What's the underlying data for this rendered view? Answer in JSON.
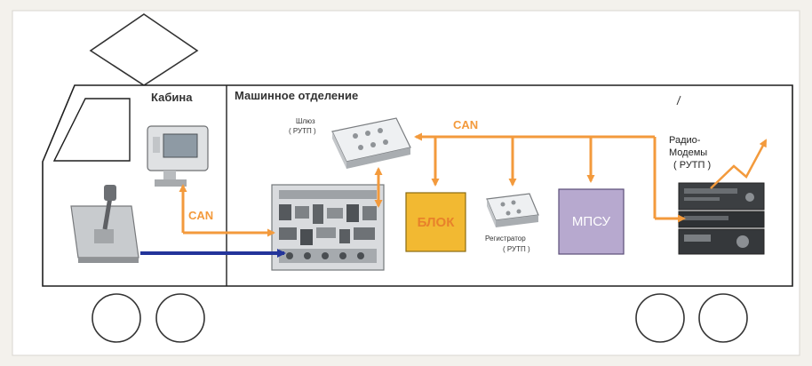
{
  "labels": {
    "cabin": "Кабина",
    "engine_room": "Машинное отделение",
    "can_top": "CAN",
    "can_left": "CAN",
    "shlyuz_line1": "Шлюз",
    "shlyuz_line2": "( РУТП )",
    "blok": "БЛОК",
    "registrator_line1": "Регистратор",
    "registrator_line2": "( РУТП )",
    "mpsu": "МПСУ",
    "radio_line1": "Радио-",
    "radio_line2": "Модемы",
    "radio_line3": "( РУТП )"
  },
  "colors": {
    "can_bus": "#f39a3c",
    "blue_link": "#23349a",
    "blok_fill": "#f2b932",
    "mpsu_fill": "#b7a9cf",
    "outline": "#1f1f1f"
  }
}
